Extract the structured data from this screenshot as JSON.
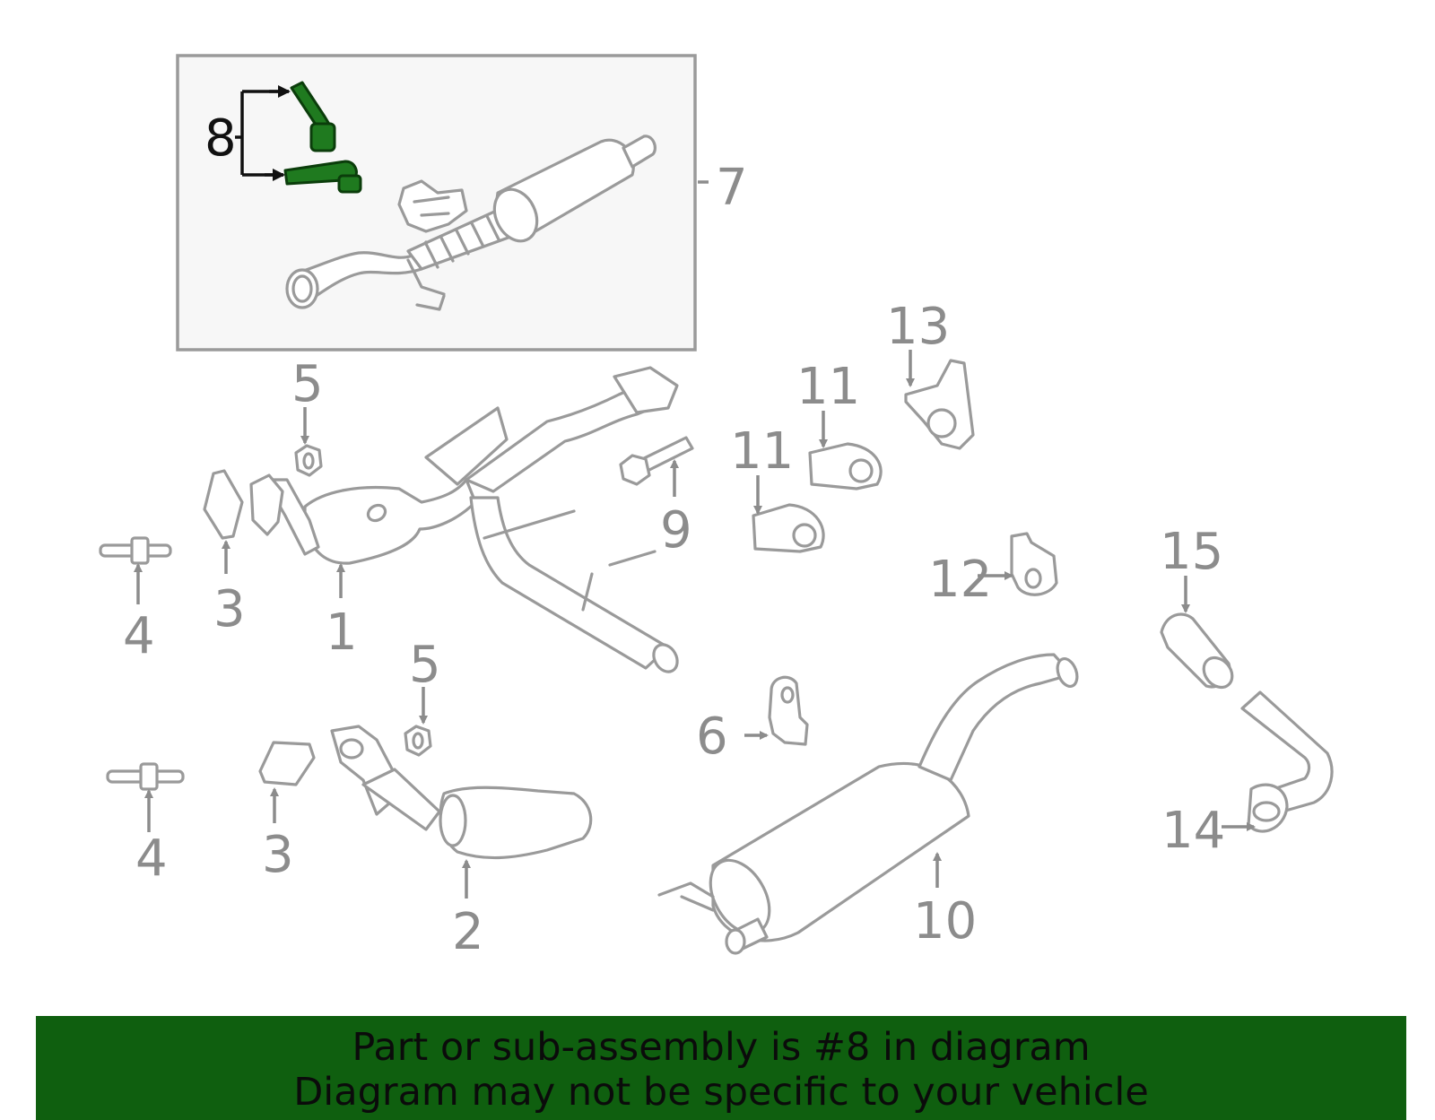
{
  "callouts": {
    "c1": "1",
    "c2": "2",
    "c3a": "3",
    "c3b": "3",
    "c4a": "4",
    "c4b": "4",
    "c5a": "5",
    "c5b": "5",
    "c6": "6",
    "c7": "7",
    "c8": "8",
    "c9": "9",
    "c10": "10",
    "c11a": "11",
    "c11b": "11",
    "c12": "12",
    "c13": "13",
    "c14": "14",
    "c15": "15"
  },
  "highlighted_part": "8",
  "colors": {
    "highlight": "#1f7a1f",
    "banner": "#0f5f0f",
    "linework": "#9a9a9a",
    "inset_bg": "#f7f7f7"
  },
  "banner": {
    "line1": "Part or sub-assembly is #8 in diagram",
    "line2": "Diagram may not be specific to your vehicle"
  }
}
